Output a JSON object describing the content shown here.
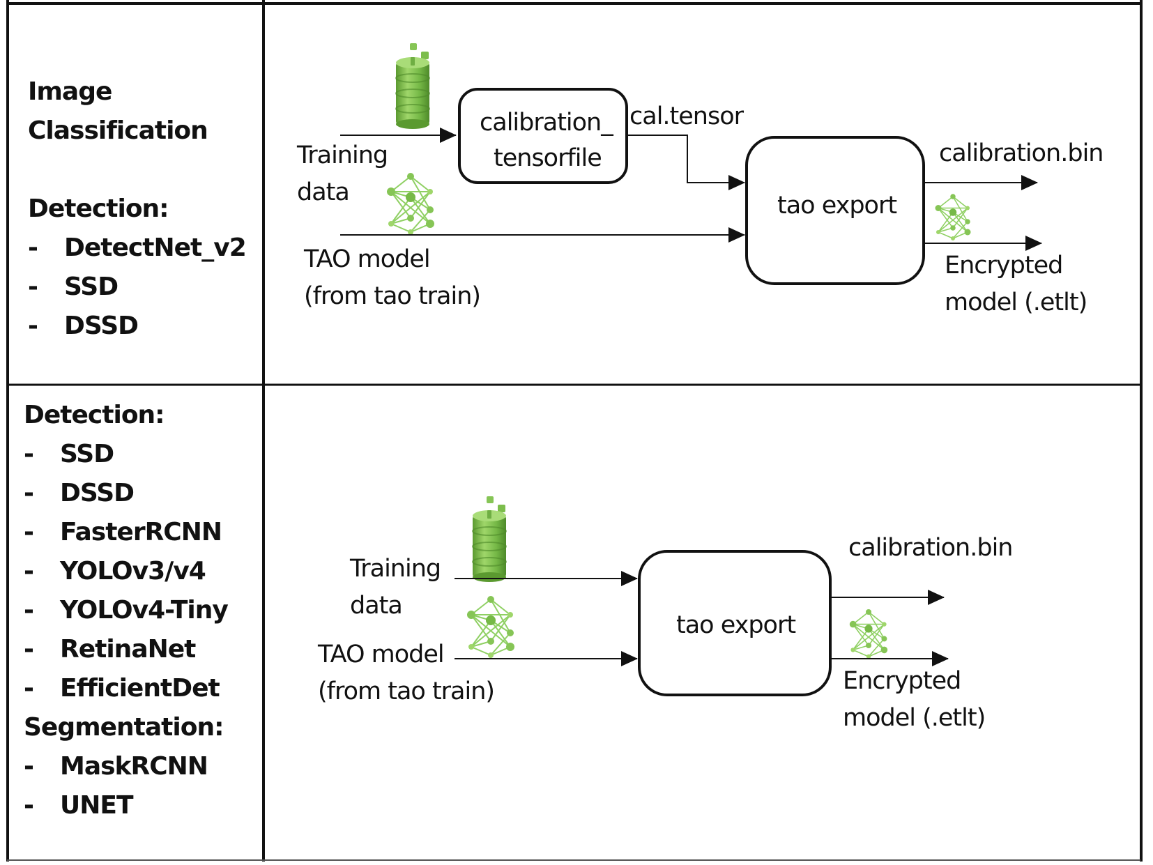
{
  "table": {
    "rows": [
      {
        "models": [
          {
            "type": "heading",
            "text": "Image"
          },
          {
            "type": "heading",
            "text": "Classification"
          },
          {
            "type": "spacer",
            "text": ""
          },
          {
            "type": "heading",
            "text": "Detection:"
          },
          {
            "type": "item",
            "text": "DetectNet_v2"
          },
          {
            "type": "item",
            "text": "SSD"
          },
          {
            "type": "item",
            "text": "DSSD"
          }
        ],
        "diagram": {
          "training_data_label_1": "Training",
          "training_data_label_2": "data",
          "tao_model_label_1": "TAO model",
          "tao_model_label_2": "(from tao train)",
          "calibration_box_line_1": "calibration_",
          "calibration_box_line_2": "tensorfile",
          "cal_tensor_label": "cal.tensor",
          "export_box_label": "tao export",
          "output_calibration_label": "calibration.bin",
          "output_model_label_1": "Encrypted",
          "output_model_label_2": "model (.etlt)"
        }
      },
      {
        "models": [
          {
            "type": "heading",
            "text": "Detection:"
          },
          {
            "type": "item",
            "text": "SSD"
          },
          {
            "type": "item",
            "text": "DSSD"
          },
          {
            "type": "item",
            "text": "FasterRCNN"
          },
          {
            "type": "item",
            "text": "YOLOv3/v4"
          },
          {
            "type": "item",
            "text": "YOLOv4-Tiny"
          },
          {
            "type": "item",
            "text": "RetinaNet"
          },
          {
            "type": "item",
            "text": "EfficientDet"
          },
          {
            "type": "heading",
            "text": "Segmentation:"
          },
          {
            "type": "item",
            "text": "MaskRCNN"
          },
          {
            "type": "item",
            "text": "UNET"
          }
        ],
        "diagram": {
          "training_data_label_1": "Training",
          "training_data_label_2": "data",
          "tao_model_label_1": "TAO model",
          "tao_model_label_2": "(from tao train)",
          "export_box_label": "tao export",
          "output_calibration_label": "calibration.bin",
          "output_model_label_1": "Encrypted",
          "output_model_label_2": "model (.etlt)"
        }
      }
    ],
    "bullet": "-"
  },
  "icons": {
    "dataset": "database-icon",
    "model": "neural-network-icon"
  },
  "colors": {
    "line": "#111111",
    "icon_green_light": "#9fd66a",
    "icon_green": "#76b947",
    "icon_green_dark": "#4e8a2a"
  }
}
